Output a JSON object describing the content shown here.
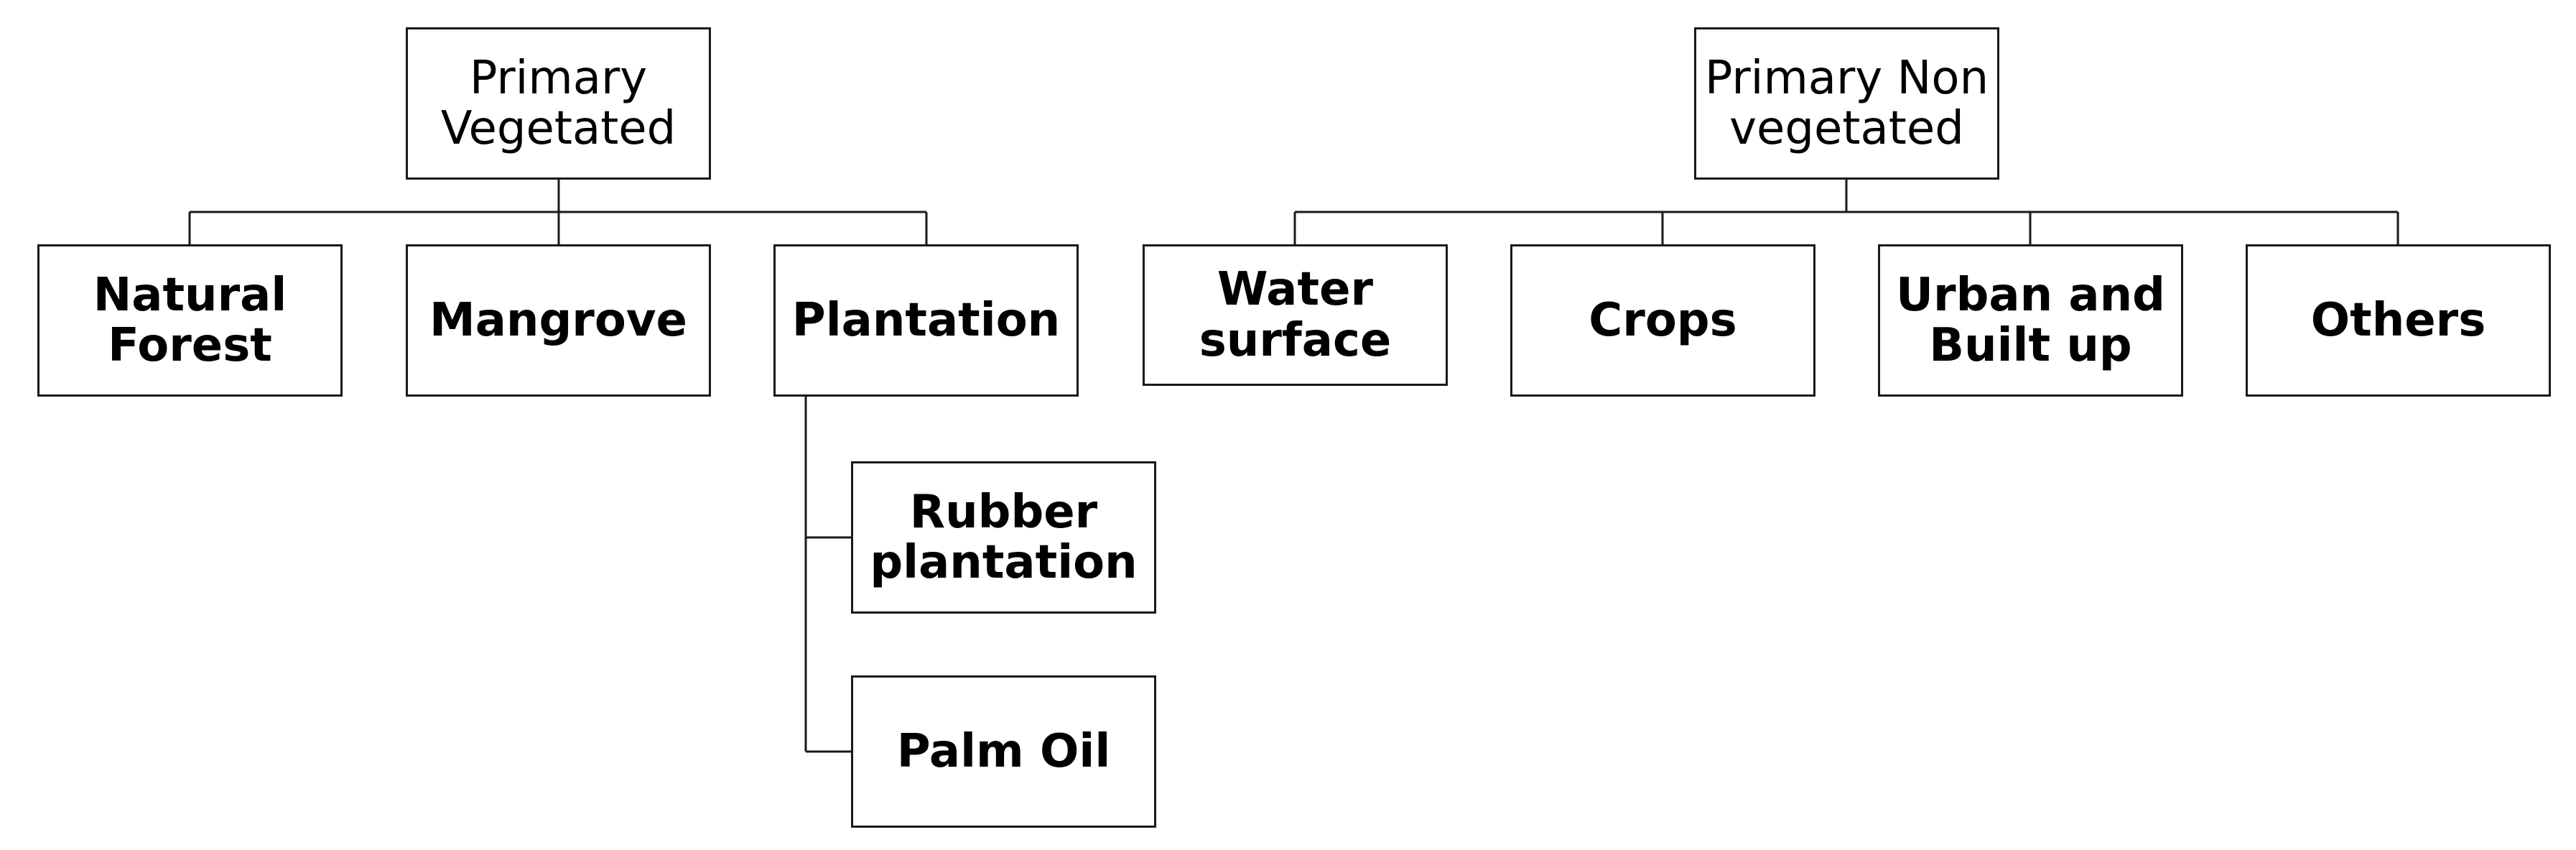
{
  "diagram": {
    "nodes": {
      "primary_vegetated": "Primary\nVegetated",
      "primary_non_vegetated": "Primary Non\nvegetated",
      "natural_forest": "Natural\nForest",
      "mangrove": "Mangrove",
      "plantation": "Plantation",
      "rubber_plantation": "Rubber\nplantation",
      "palm_oil": "Palm Oil",
      "water_surface": "Water\nsurface",
      "crops": "Crops",
      "urban_built_up": "Urban and\nBuilt up",
      "others": "Others"
    },
    "edges": [
      [
        "primary_vegetated",
        "natural_forest"
      ],
      [
        "primary_vegetated",
        "mangrove"
      ],
      [
        "primary_vegetated",
        "plantation"
      ],
      [
        "plantation",
        "rubber_plantation"
      ],
      [
        "plantation",
        "palm_oil"
      ],
      [
        "primary_non_vegetated",
        "water_surface"
      ],
      [
        "primary_non_vegetated",
        "crops"
      ],
      [
        "primary_non_vegetated",
        "urban_built_up"
      ],
      [
        "primary_non_vegetated",
        "others"
      ]
    ]
  }
}
